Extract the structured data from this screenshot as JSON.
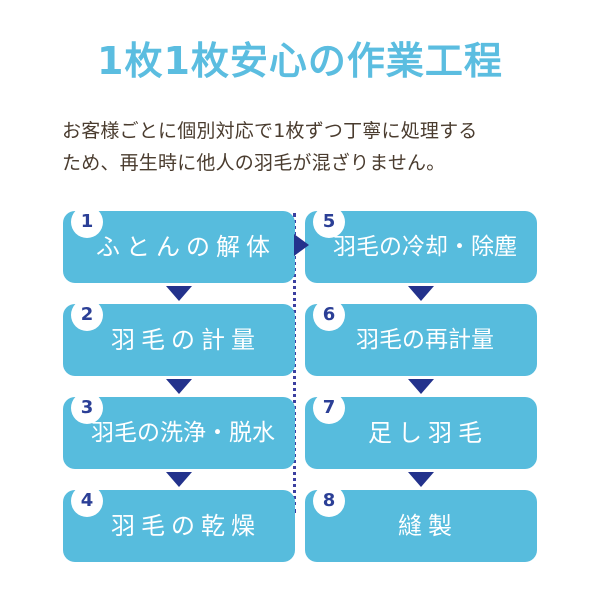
{
  "header": {
    "title": "1枚1枚安心の作業工程",
    "title_color": "#5bbde0"
  },
  "intro": {
    "line1": "お客様ごとに個別対応で1枚ずつ丁寧に処理する",
    "line2": "ため、再生時に他人の羽毛が混ざりません。",
    "text_color": "#4a3c2f"
  },
  "theme": {
    "box_color": "#57bcdd",
    "badge_bg": "#ffffff",
    "badge_text_color": "#2b3f96",
    "arrow_color": "#23328c",
    "connector_color": "#3b3fa0",
    "background": "#ffffff"
  },
  "flow": {
    "left_column": [
      {
        "number": "1",
        "label": "ふとんの解体"
      },
      {
        "number": "2",
        "label": "羽毛の計量"
      },
      {
        "number": "3",
        "label": "羽毛の洗浄・脱水"
      },
      {
        "number": "4",
        "label": "羽毛の乾燥"
      }
    ],
    "right_column": [
      {
        "number": "5",
        "label": "羽毛の冷却・除塵"
      },
      {
        "number": "6",
        "label": "羽毛の再計量"
      },
      {
        "number": "7",
        "label": "足し羽毛"
      },
      {
        "number": "8",
        "label": "縫製"
      }
    ]
  }
}
